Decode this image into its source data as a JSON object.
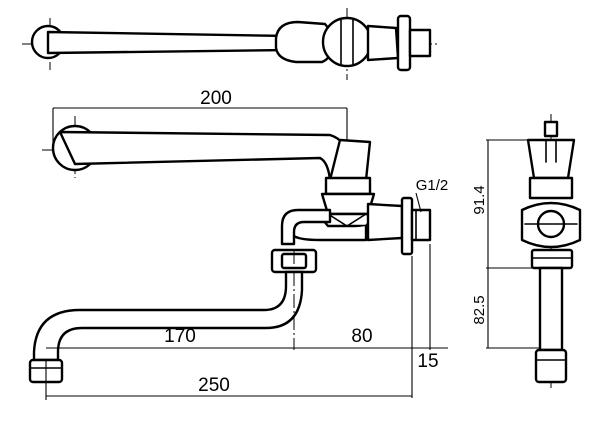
{
  "dimensions": {
    "arm_reach": "200",
    "thread_spec": "G1/2",
    "spout_to_outlet": "170",
    "outlet_to_wall": "80",
    "wall_offset": "15",
    "total_reach": "250",
    "lever_height": "91.4",
    "body_height": "82.5"
  },
  "views": [
    "top-view",
    "front-view",
    "side-view"
  ]
}
